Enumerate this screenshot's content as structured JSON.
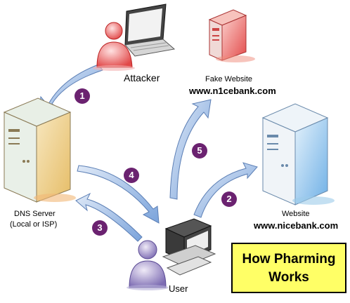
{
  "attacker": {
    "label": "Attacker"
  },
  "fake_website": {
    "label": "Fake Website",
    "url": "www.n1cebank.com"
  },
  "website": {
    "label": "Website",
    "url": "www.nicebank.com"
  },
  "dns_server": {
    "label_line1": "DNS Server",
    "label_line2": "(Local or ISP)"
  },
  "user": {
    "label": "User"
  },
  "steps": [
    "1",
    "2",
    "3",
    "4",
    "5"
  ],
  "title": {
    "line1": "How Pharming",
    "line2": "Works"
  },
  "colors": {
    "step_badge": "#6b2270",
    "arrow_fill": "#8fb4e3",
    "title_box": "#ffff66",
    "fake_server": "#e8595a",
    "real_server": "#8ec4ef",
    "dns_server": "#efd08a"
  }
}
